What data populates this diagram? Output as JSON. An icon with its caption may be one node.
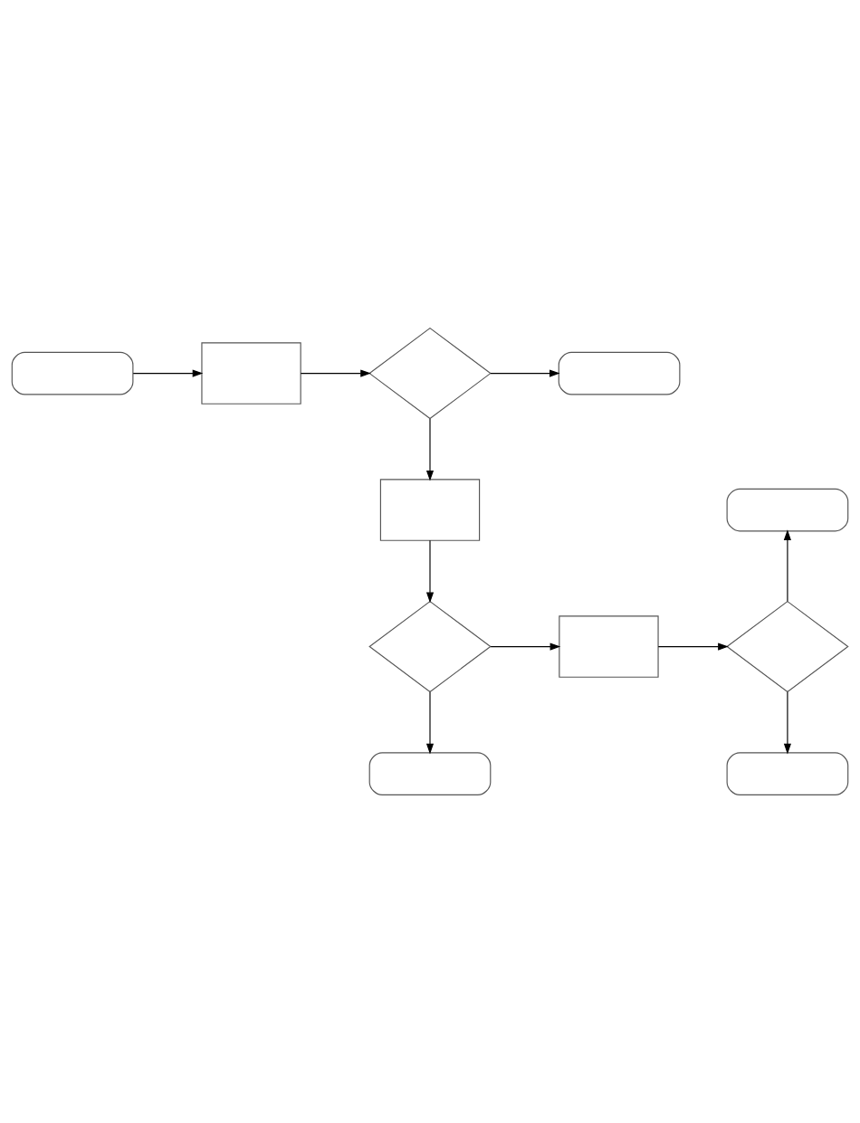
{
  "diagram": {
    "nodes": [
      {
        "text": [],
        "shape": "oval"
      },
      {
        "text": [],
        "shape": "box"
      },
      {
        "text": [],
        "shape": "diamond"
      },
      {
        "text": [],
        "shape": "oval"
      },
      {
        "text": [],
        "shape": "box"
      },
      {
        "text": [],
        "shape": "oval"
      },
      {
        "text": [],
        "shape": "diamond"
      },
      {
        "text": [],
        "shape": "box"
      },
      {
        "text": [],
        "shape": "diamond"
      },
      {
        "text": [],
        "shape": "oval"
      },
      {
        "text": [],
        "shape": "oval"
      }
    ],
    "edges": [
      {
        "from": 0,
        "to": 1,
        "arrow": "to"
      },
      {
        "from": 1,
        "to": 2,
        "arrow": "to"
      },
      {
        "from": 2,
        "to": 3,
        "arrow": "to"
      },
      {
        "from": 2,
        "to": 4,
        "arrow": "to"
      },
      {
        "from": 4,
        "to": 8,
        "arrow": "to"
      },
      {
        "from": 8,
        "to": 7,
        "arrow": "to"
      },
      {
        "from": 7,
        "to": 6,
        "arrow": "to"
      },
      {
        "from": 6,
        "to": 5,
        "arrow": "to"
      },
      {
        "from": 6,
        "to": 9,
        "arrow": "to"
      },
      {
        "from": 8,
        "to": 10,
        "arrow": "to"
      }
    ]
  }
}
